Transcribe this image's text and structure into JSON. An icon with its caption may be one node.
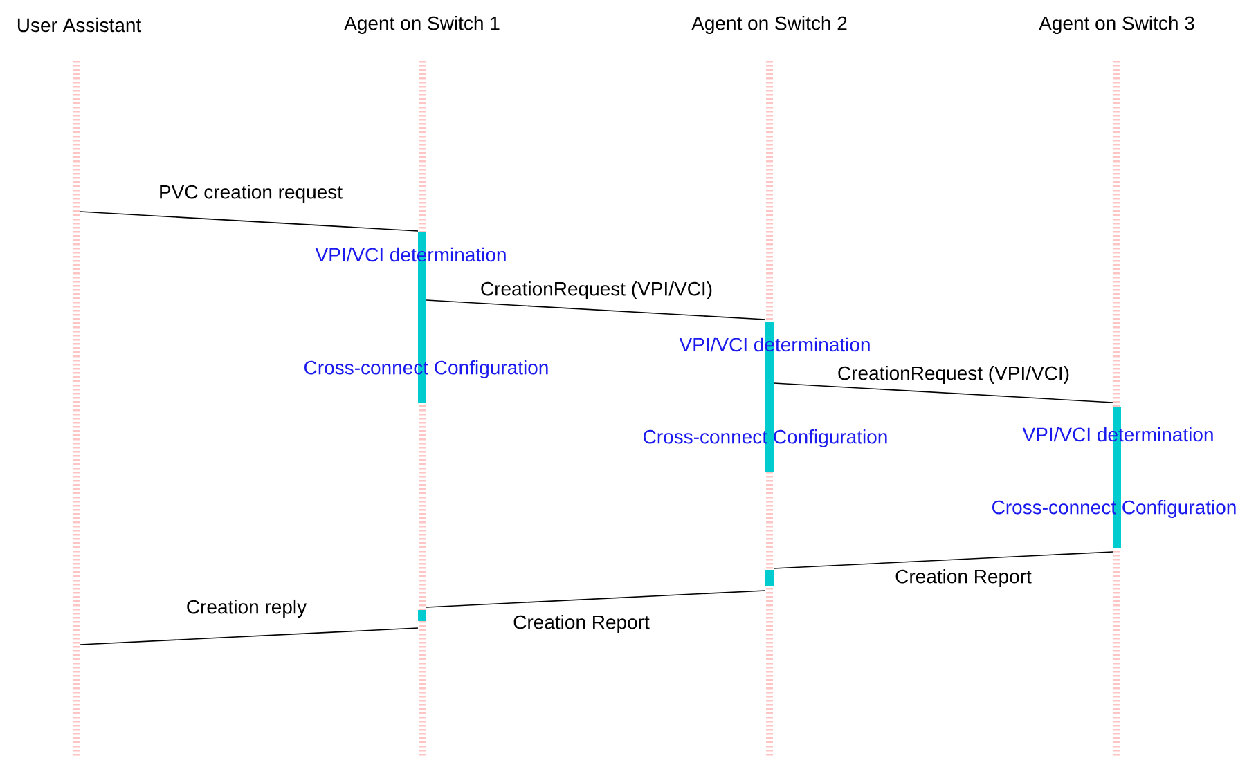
{
  "diagram": {
    "nodes": [
      {
        "text": [
          "User Assistant"
        ]
      },
      {
        "text": [
          "Agent on Switch 1"
        ]
      },
      {
        "text": [
          "Agent on Switch 2"
        ]
      },
      {
        "text": [
          "Agent on Switch 3"
        ]
      }
    ],
    "edges": [
      {
        "from": 0,
        "to": 1,
        "arrow": "none",
        "label": "PVC creation request"
      },
      {
        "from": 1,
        "to": 2,
        "arrow": "none",
        "label": "CreationRequest (VPI/VCI)"
      },
      {
        "from": 2,
        "to": 3,
        "arrow": "none",
        "label": "CreationRequest (VPI/VCI)"
      },
      {
        "from": 3,
        "to": 2,
        "arrow": "none",
        "label": "Creation Report"
      },
      {
        "from": 2,
        "to": 1,
        "arrow": "none",
        "label": "Creation Report"
      },
      {
        "from": 1,
        "to": 0,
        "arrow": "none",
        "label": "Creation reply"
      }
    ],
    "labels": [
      "VPI/VCI determination",
      "VPI/VCI determination",
      "Cross-connect Configuration",
      "VPI/VCI determination",
      "Cross-connect Configuration",
      "Cross-connect Configuration"
    ]
  }
}
